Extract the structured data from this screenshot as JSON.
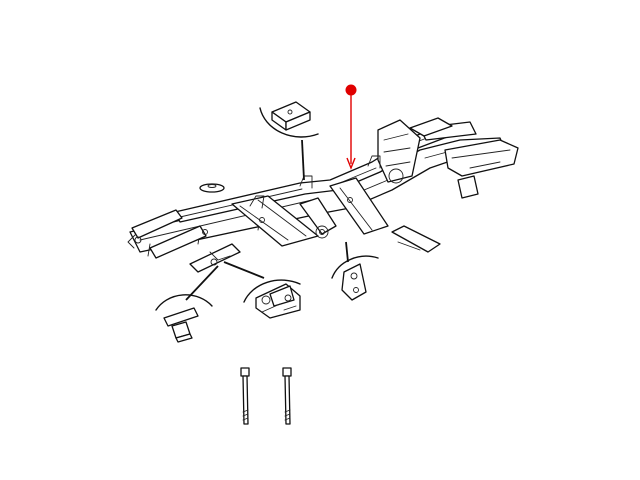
{
  "diagram": {
    "type": "exploded-parts-illustration",
    "subject": "vehicle-frame-chassis",
    "callout_marker_color": "#e00000",
    "line_color": "#111111",
    "background_color": "#ffffff",
    "detail_insets": [
      {
        "name": "crossmember-bracket-detail"
      },
      {
        "name": "body-mount-bolt-detail"
      },
      {
        "name": "spring-hanger-bracket-detail"
      },
      {
        "name": "shackle-bracket-detail"
      }
    ],
    "loose_parts": [
      {
        "name": "body-mount-washer"
      },
      {
        "name": "long-bolt-left"
      },
      {
        "name": "long-bolt-right"
      }
    ]
  }
}
